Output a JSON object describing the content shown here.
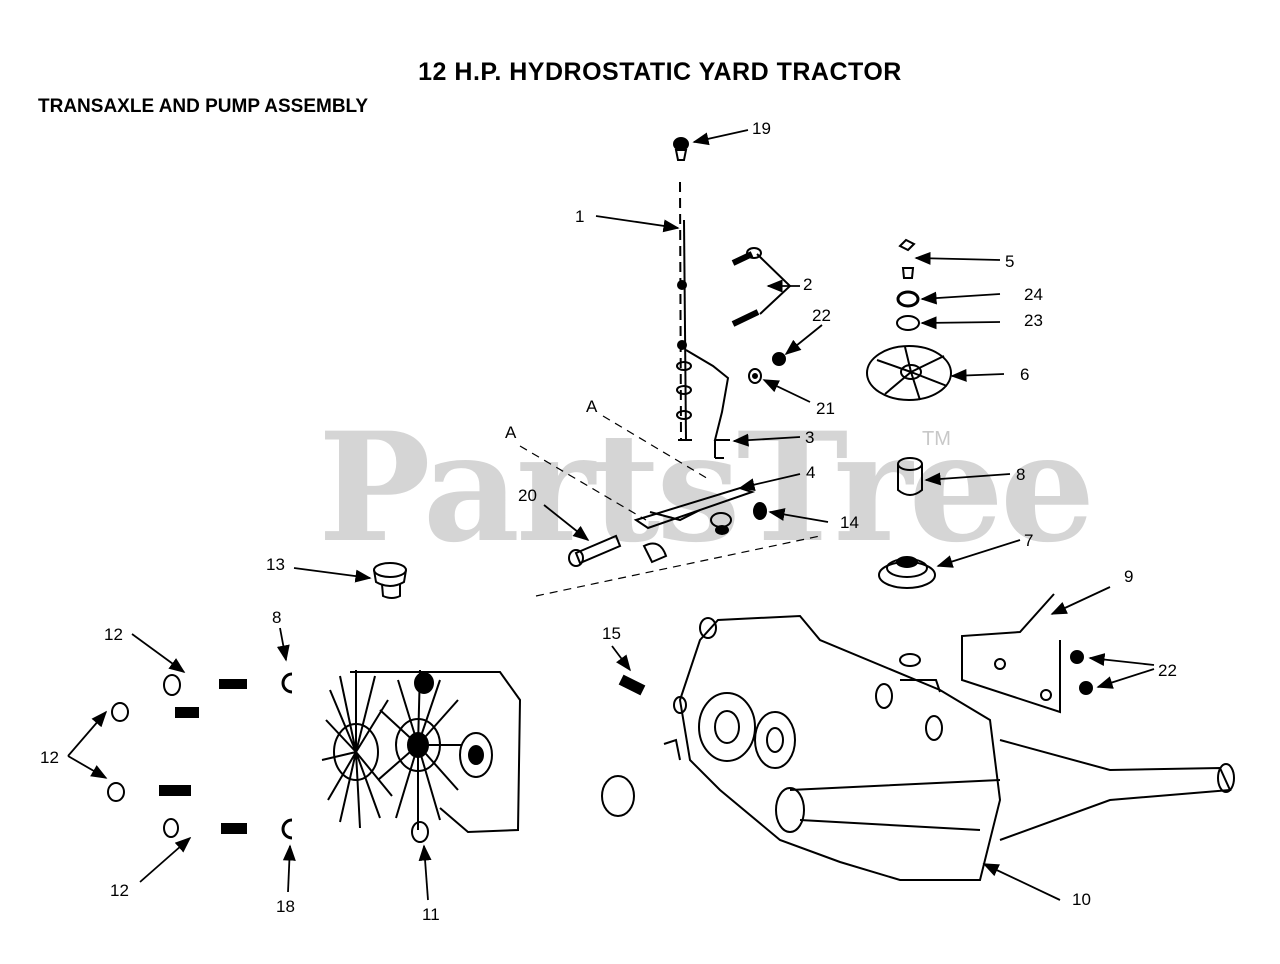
{
  "title": "12 H.P. HYDROSTATIC YARD TRACTOR",
  "subtitle": "TRANSAXLE AND PUMP ASSEMBLY",
  "watermark": "PartsTree",
  "watermark_mark": "TM",
  "section_markers": [
    "A",
    "A"
  ],
  "callouts": [
    "19",
    "1",
    "2",
    "22",
    "5",
    "24",
    "23",
    "6",
    "21",
    "3",
    "A",
    "A",
    "4",
    "8",
    "20",
    "14",
    "13",
    "7",
    "9",
    "8",
    "15",
    "12",
    "12",
    "22",
    "12",
    "18",
    "11",
    "10"
  ],
  "colors": {
    "line": "#000000",
    "watermark": "#c8c8c8",
    "background": "#ffffff"
  }
}
